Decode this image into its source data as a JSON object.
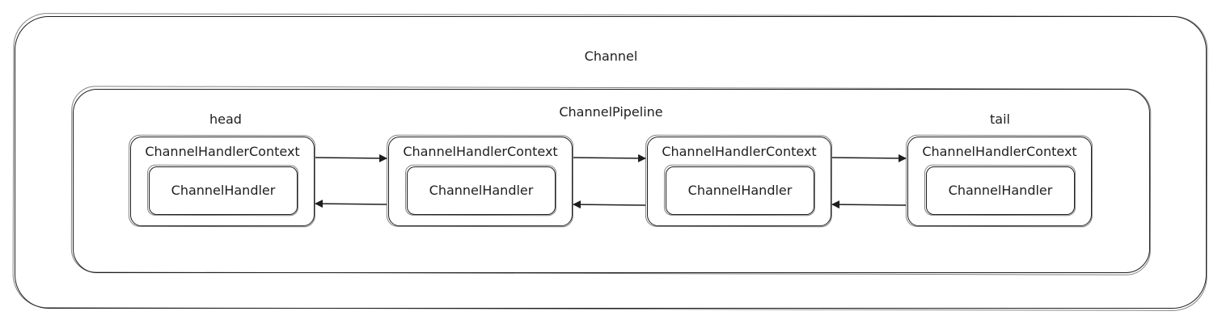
{
  "channel": {
    "label": "Channel"
  },
  "pipeline": {
    "label": "ChannelPipeline"
  },
  "markers": {
    "head": "head",
    "tail": "tail"
  },
  "contexts": [
    {
      "label": "ChannelHandlerContext",
      "handler": "ChannelHandler"
    },
    {
      "label": "ChannelHandlerContext",
      "handler": "ChannelHandler"
    },
    {
      "label": "ChannelHandlerContext",
      "handler": "ChannelHandler"
    },
    {
      "label": "ChannelHandlerContext",
      "handler": "ChannelHandler"
    }
  ],
  "colors": {
    "stroke": "#1e1e1e",
    "background": "#ffffff"
  }
}
